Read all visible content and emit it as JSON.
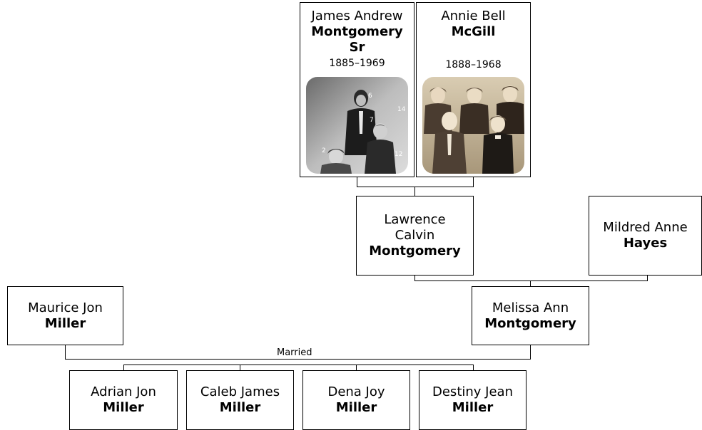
{
  "people": {
    "james": {
      "given": "James Andrew",
      "surname": "Montgomery",
      "suffix": "Sr",
      "dates": "1885–1969"
    },
    "annie": {
      "given": "Annie Bell",
      "surname": "McGill",
      "dates": "1888–1968"
    },
    "lawrence": {
      "given_line1": "Lawrence",
      "given_line2": "Calvin",
      "surname": "Montgomery"
    },
    "mildred": {
      "given": "Mildred Anne",
      "surname": "Hayes"
    },
    "maurice": {
      "given": "Maurice Jon",
      "surname": "Miller"
    },
    "melissa": {
      "given": "Melissa Ann",
      "surname": "Montgomery"
    },
    "adrian": {
      "given": "Adrian Jon",
      "surname": "Miller"
    },
    "caleb": {
      "given": "Caleb James",
      "surname": "Miller"
    },
    "dena": {
      "given": "Dena Joy",
      "surname": "Miller"
    },
    "destiny": {
      "given": "Destiny Jean",
      "surname": "Miller"
    }
  },
  "photo_labels": {
    "n6": "6",
    "n7": "7",
    "n14": "14",
    "n2": "2",
    "n12": "12"
  },
  "relation_label": "Married"
}
